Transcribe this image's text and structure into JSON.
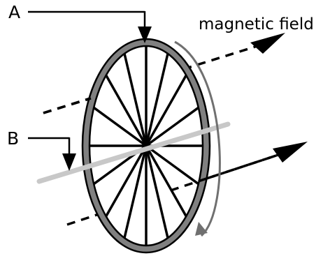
{
  "labels": {
    "a": "A",
    "b": "B",
    "field": "magnetic field"
  },
  "wheel": {
    "spoke_count": 16
  },
  "colors": {
    "ink": "#000000",
    "rim": "#808080",
    "axle": "#c8c8c8",
    "rotation_arrow": "#707070",
    "background": "#ffffff"
  }
}
